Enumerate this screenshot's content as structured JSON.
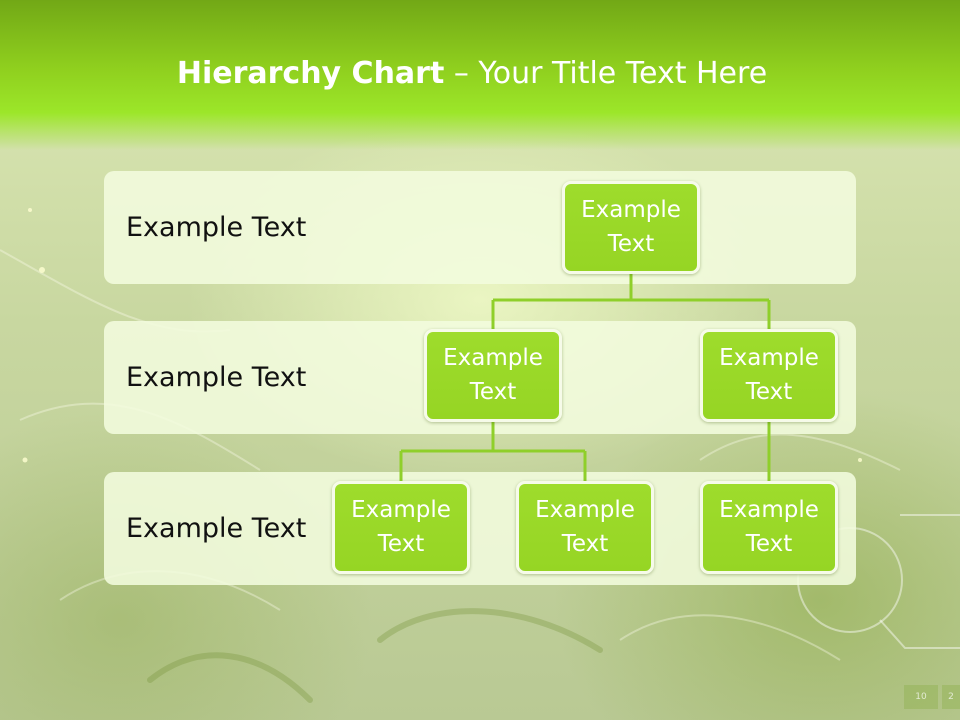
{
  "slide": {
    "title_bold": "Hierarchy Chart",
    "title_rest": " – Your Title Text Here",
    "footer_numbers": [
      "10",
      "2"
    ]
  },
  "rows": [
    {
      "label": "Example Text"
    },
    {
      "label": "Example Text"
    },
    {
      "label": "Example Text"
    }
  ],
  "nodes": {
    "root": "Example Text",
    "level2_left": "Example Text",
    "level2_right": "Example Text",
    "level3_a": "Example Text",
    "level3_b": "Example Text",
    "level3_c": "Example Text"
  },
  "colors": {
    "header_green": "#8fcf1e",
    "node_green": "#9edc2c",
    "connector_green": "#8fcf2a",
    "band_fill": "#f2fcde"
  }
}
